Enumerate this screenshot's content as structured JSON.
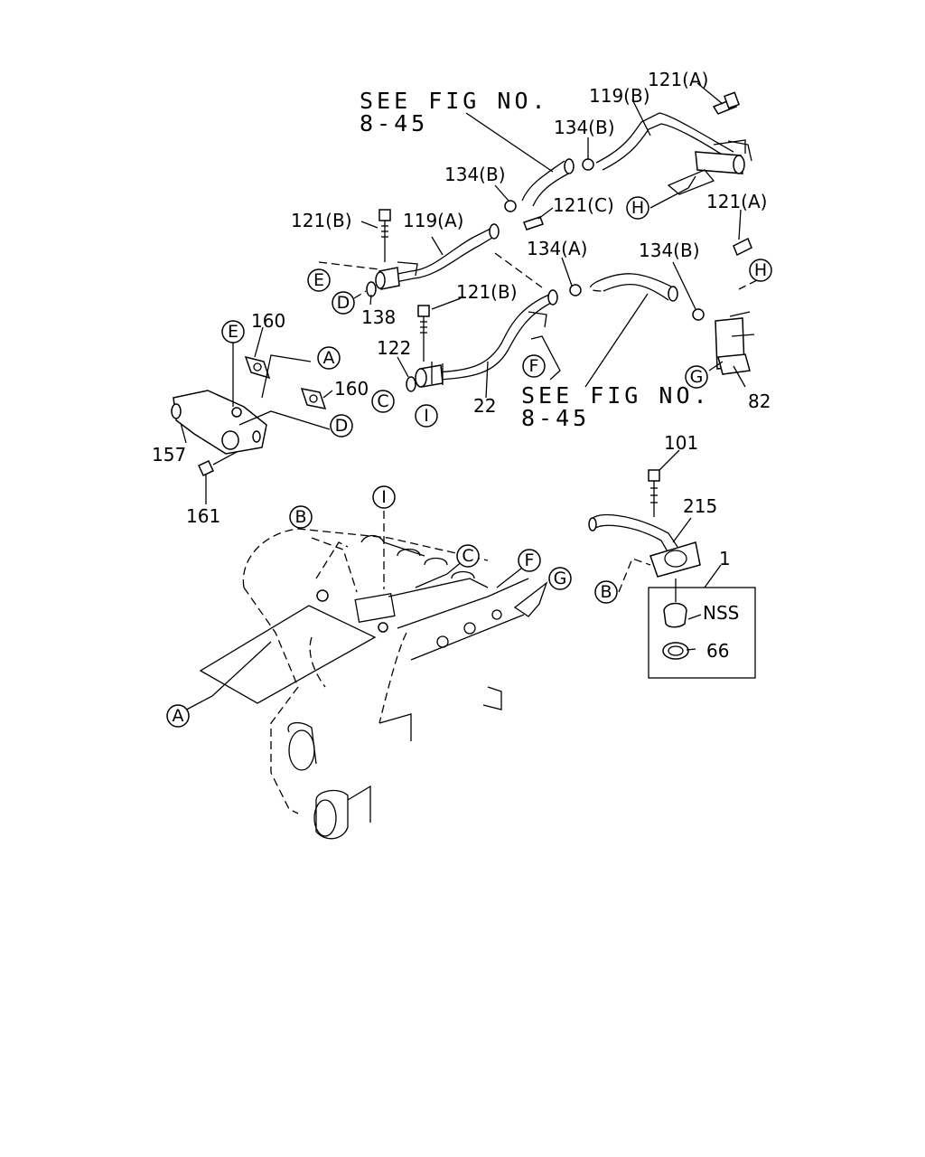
{
  "labels": {
    "see_fig_top_1": "SEE FIG NO.",
    "see_fig_top_2": "8-45",
    "see_fig_mid_1": "SEE FIG NO.",
    "see_fig_mid_2": "8-45",
    "p121a_top": "121(A)",
    "p119b": "119(B)",
    "p134b_top": "134(B)",
    "p134b_mid": "134(B)",
    "p121c": "121(C)",
    "p121a_right": "121(A)",
    "p121b_left": "121(B)",
    "p119a": "119(A)",
    "p134a": "134(A)",
    "p134b_right": "134(B)",
    "p138": "138",
    "p121b_mid": "121(B)",
    "p160_top": "160",
    "p160_mid": "160",
    "p122": "122",
    "p22": "22",
    "p82": "82",
    "p157": "157",
    "p161": "161",
    "p101": "101",
    "p215": "215",
    "p1": "1",
    "nss": "NSS",
    "p66": "66"
  },
  "callouts": {
    "A1": "A",
    "A2": "A",
    "B1": "B",
    "B2": "B",
    "C1": "C",
    "C2": "C",
    "D1": "D",
    "D2": "D",
    "E1": "E",
    "E2": "E",
    "F1": "F",
    "F2": "F",
    "G1": "G",
    "G2": "G",
    "H1": "H",
    "H2": "H",
    "I1": "I",
    "I2": "I"
  }
}
